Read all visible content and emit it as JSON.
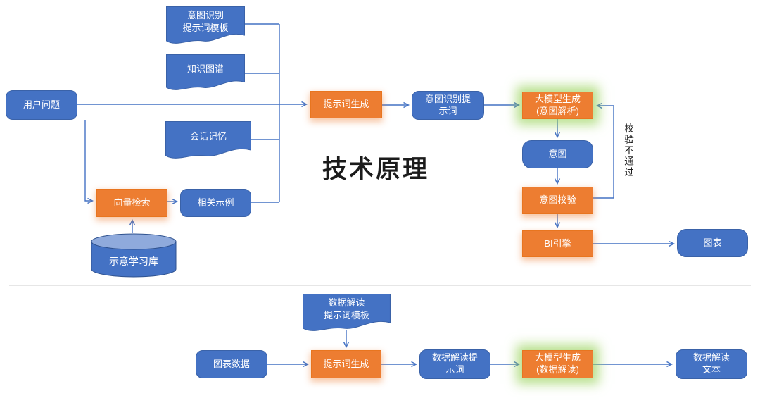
{
  "title": "技术原理",
  "colors": {
    "node_blue": "#4472C4",
    "node_orange": "#ED7D31",
    "green_glow": "#92D050",
    "connector": "#4472C4"
  },
  "top_flow": {
    "nodes": {
      "user_question": {
        "label": "用户问题",
        "shape": "rounded"
      },
      "intent_prompt_template": {
        "label": "意图识别\n提示词模板",
        "shape": "document"
      },
      "knowledge_graph": {
        "label": "知识图谱",
        "shape": "document"
      },
      "session_memory": {
        "label": "会话记忆",
        "shape": "document"
      },
      "vector_search": {
        "label": "向量检索",
        "shape": "process"
      },
      "related_examples": {
        "label": "相关示例",
        "shape": "rounded"
      },
      "example_learning_lib": {
        "label": "示意学习库",
        "shape": "database"
      },
      "prompt_generation": {
        "label": "提示词生成",
        "shape": "process"
      },
      "intent_recognition_prompt": {
        "label": "意图识别提\n示词",
        "shape": "rounded"
      },
      "llm_generation_intent": {
        "label": "大模型生成\n(意图解析)",
        "shape": "process-highlight"
      },
      "intent": {
        "label": "意图",
        "shape": "rounded"
      },
      "intent_check": {
        "label": "意图校验",
        "shape": "process"
      },
      "bi_engine": {
        "label": "BI引擎",
        "shape": "process"
      },
      "chart": {
        "label": "图表",
        "shape": "rounded"
      }
    },
    "edge_labels": {
      "check_fail": "校验不通过"
    }
  },
  "bottom_flow": {
    "nodes": {
      "data_prompt_template": {
        "label": "数据解读\n提示词模板",
        "shape": "document"
      },
      "chart_data": {
        "label": "图表数据",
        "shape": "rounded"
      },
      "prompt_generation": {
        "label": "提示词生成",
        "shape": "process"
      },
      "data_interpretation_prompt": {
        "label": "数据解读提\n示词",
        "shape": "rounded"
      },
      "llm_generation_data": {
        "label": "大模型生成\n(数据解读)",
        "shape": "process-highlight"
      },
      "data_interpretation_text": {
        "label": "数据解读\n文本",
        "shape": "rounded"
      }
    }
  }
}
